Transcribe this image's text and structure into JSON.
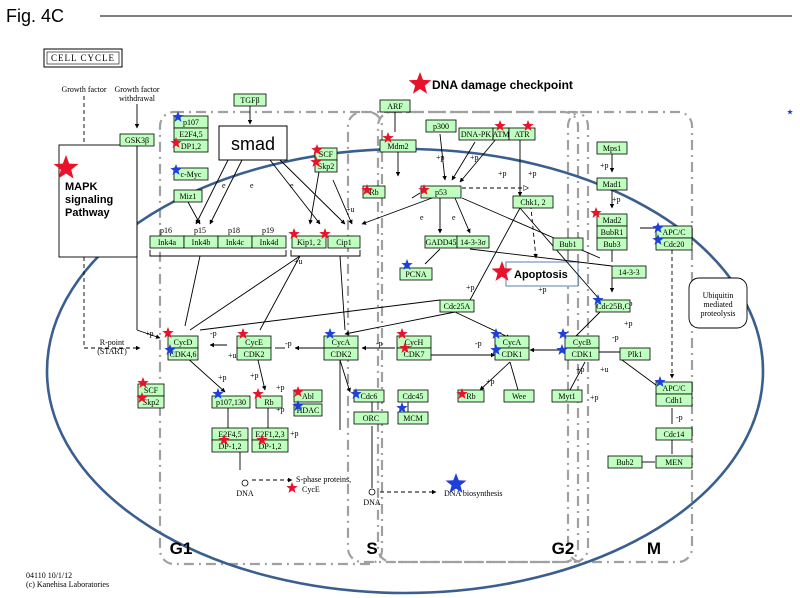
{
  "figure": {
    "title": "Fig. 4C"
  },
  "pathway": {
    "title": "CELL CYCLE",
    "ref_number": "04110 10/1/12",
    "copyright": "(c) Kanehisa Laboratories"
  },
  "annotations": {
    "dna_damage_checkpoint": "DNA damage checkpoint",
    "apoptosis": "Apoptosis",
    "smad": "smad",
    "mapk_line1": "MAPK",
    "mapk_line2": "signaling",
    "mapk_line3": "Pathway",
    "growth_factor": "Growth factor",
    "growth_factor_withdrawal_1": "Growth factor",
    "growth_factor_withdrawal_2": "withdrawal",
    "r_point_1": "R-point",
    "r_point_2": "(START)",
    "ubiquitin_1": "Ubiquitin",
    "ubiquitin_2": "mediated",
    "ubiquitin_3": "proteolysis",
    "s_phase_1": "S-phase proteins,",
    "s_phase_2": "CycE",
    "dna_1": "DNA",
    "dna_2": "DNA",
    "dna_biosynthesis": "DNA biosynthesis"
  },
  "ink_labels": {
    "p16": "p16",
    "p15": "p15",
    "p18": "p18",
    "p19": "p19"
  },
  "phases": {
    "g1": "G1",
    "s": "S",
    "g2": "G2",
    "m": "M"
  },
  "edge_labels": {
    "plus_p": "+p",
    "minus_p": "-p",
    "plus_u": "+u",
    "e": "e"
  },
  "genes": {
    "tgfb": "TGFβ",
    "gsk3b": "GSK3β",
    "p107": "p107",
    "e2f45_top": "E2F4,5",
    "dp12_top": "DP1,2",
    "cmyc": "c-Myc",
    "miz1": "Miz1",
    "scf_top": "SCF",
    "skp2_top": "Skp2",
    "ink4a": "Ink4a",
    "ink4b": "Ink4b",
    "ink4c": "Ink4c",
    "ink4d": "Ink4d",
    "kip12": "Kip1, 2",
    "cip1": "Cip1",
    "arf": "ARF",
    "mdm2": "Mdm2",
    "p300": "p300",
    "dnapk": "DNA-PK",
    "atm": "ATM",
    "atr": "ATR",
    "rb_top": "Rb",
    "p53": "p53",
    "gadd45": "GADD45",
    "sigma1433": "14-3-3σ",
    "chk12": "Chk1, 2",
    "mps1": "Mps1",
    "mad1": "Mad1",
    "mad2": "Mad2",
    "bubr1": "BubR1",
    "bub3": "Bub3",
    "bub1": "Bub1",
    "apcc_top": "APC/C",
    "cdc20": "Cdc20",
    "pcna": "PCNA",
    "cdc25a": "Cdc25A",
    "n1433": "14-3-3",
    "cdc25bc": "Cdc25B,C",
    "cycd": "CycD",
    "cdk46": "CDK4,6",
    "cyce": "CycE",
    "cdk2_g1": "CDK2",
    "cyca_s": "CycA",
    "cdk2_s": "CDK2",
    "cych": "CycH",
    "cdk7": "CDK7",
    "cyca_g2": "CycA",
    "cdk1_g2": "CDK1",
    "cycb": "CycB",
    "cdk1_m": "CDK1",
    "plk1": "Plk1",
    "scf_bottom": "SCF",
    "skp2_bottom": "Skp2",
    "p107_130": "p107,130",
    "rb_mid": "Rb",
    "abl1": "Abl",
    "hdac": "HDAC",
    "cdc6": "Cdc6",
    "cdc45": "Cdc45",
    "orc": "ORC",
    "mcm": "MCM",
    "rb_g2": "Rb",
    "wee": "Wee",
    "myt1": "Myt1",
    "apcc_bottom": "APC/C",
    "cdh1": "Cdh1",
    "cdc14": "Cdc14",
    "bub2": "Bub2",
    "men": "MEN",
    "e2f45_bottom": "E2F4,5",
    "dp12_bottom": "DP-1,2",
    "e2f123": "E2F1,2,3",
    "dp12_rb": "DP-1,2"
  },
  "colors": {
    "gene_fill": "#bfffbf",
    "ellipse": "#3a5f8f",
    "star_red": "#e8132b",
    "star_blue": "#1f3fd9",
    "phase_box": "#a0a0a0"
  }
}
